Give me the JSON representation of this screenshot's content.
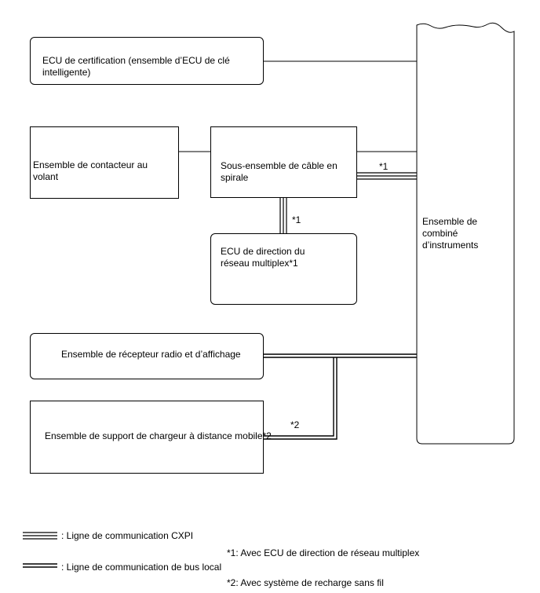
{
  "boxes": {
    "certification_ecu": "ECU de certification (ensemble d’ECU de clé intelligente)",
    "steering_switch": "Ensemble de contacteur au volant",
    "spiral_cable": "Sous-ensemble de câble en spirale",
    "multiplex_ecu": "ECU de direction du réseau multiplex*1",
    "radio_receiver": "Ensemble de récepteur radio et d’affichage",
    "wireless_charger": "Ensemble de support de chargeur à distance mobile*2",
    "combination_meter": "Ensemble de combiné d’instruments"
  },
  "markers": {
    "spiral_to_meter": "*1",
    "spiral_to_multiplex": "*1",
    "charger_to_bus": "*2"
  },
  "legend": {
    "cxpi": ": Ligne de communication CXPI",
    "local_bus": ": Ligne de communication de bus local"
  },
  "footnotes": {
    "note1": "*1: Avec ECU de direction de réseau multiplex",
    "note2": "*2: Avec système de recharge sans fil"
  }
}
